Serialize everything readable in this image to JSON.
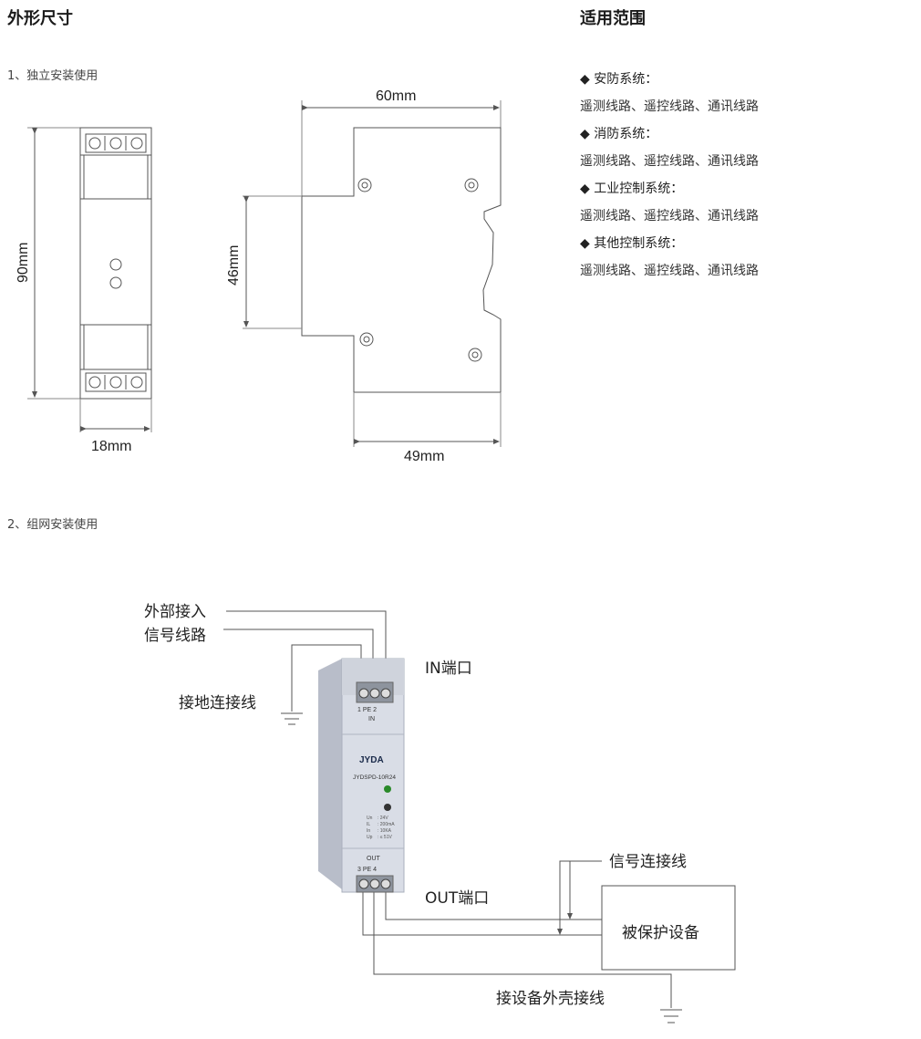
{
  "headings": {
    "dimensions": "外形尺寸",
    "scope": "适用范围"
  },
  "sections": {
    "standalone": "1、独立安装使用",
    "network": "2、组网安装使用"
  },
  "scope_items": [
    {
      "title": "◆ 安防系统：",
      "desc": "遥测线路、遥控线路、通讯线路"
    },
    {
      "title": "◆ 消防系统：",
      "desc": "遥测线路、遥控线路、通讯线路"
    },
    {
      "title": "◆ 工业控制系统：",
      "desc": "遥测线路、遥控线路、通讯线路"
    },
    {
      "title": "◆ 其他控制系统：",
      "desc": "遥测线路、遥控线路、通讯线路"
    }
  ],
  "dims": {
    "height": "90mm",
    "width": "18mm",
    "depth_top": "60mm",
    "depth_bottom": "49mm",
    "mount": "46mm"
  },
  "wiring": {
    "external_in": "外部接入",
    "signal_line": "信号线路",
    "ground_line": "接地连接线",
    "in_port": "IN端口",
    "out_port": "OUT端口",
    "signal_connect": "信号连接线",
    "protected_device": "被保护设备",
    "case_ground": "接设备外壳接线"
  },
  "device": {
    "brand": "JYDA",
    "model": "JYDSPD-10R24",
    "in_terminals": "1 PE 2",
    "in_label": "IN",
    "out_label": "OUT",
    "out_terminals": "3 PE 4",
    "spec_keys": [
      "Un",
      "IL",
      "In",
      "Up"
    ],
    "spec_vals": [
      ": 24V",
      ": 200mA",
      ": 10KA",
      ": ≤ 51V"
    ]
  },
  "colors": {
    "line": "#555555",
    "device_body": "#d9dde6",
    "device_shadow": "#b8bdc9"
  }
}
